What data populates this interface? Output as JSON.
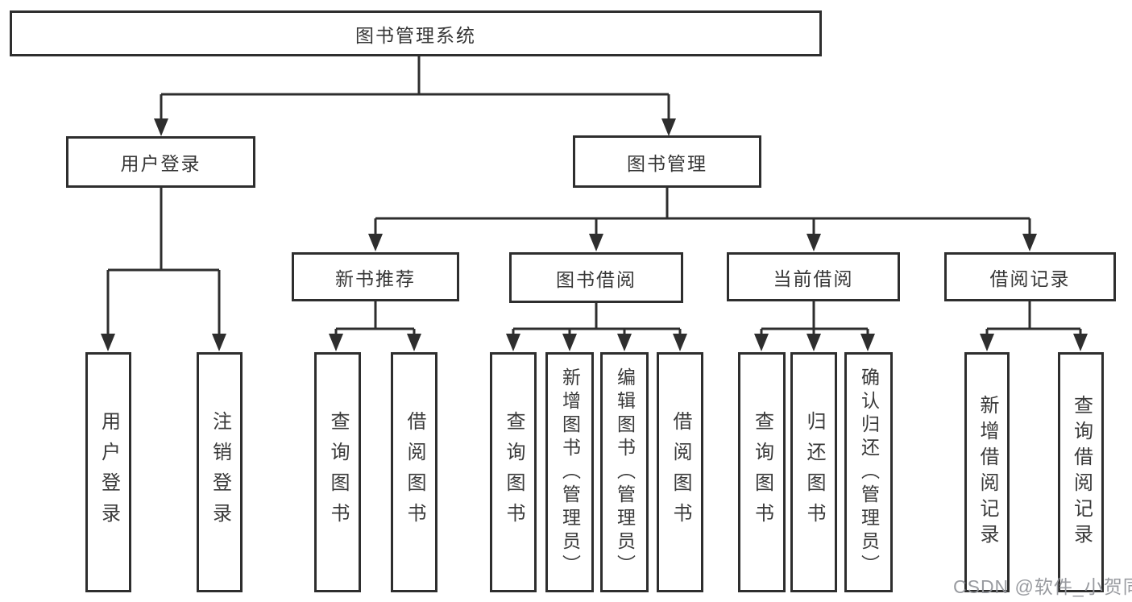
{
  "diagram": {
    "title": "图书管理系统",
    "modules": [
      {
        "label": "用户登录",
        "children": [
          "用户登录",
          "注销登录"
        ]
      },
      {
        "label": "图书管理",
        "submodules": [
          {
            "label": "新书推荐",
            "children": [
              "查询图书",
              "借阅图书"
            ]
          },
          {
            "label": "图书借阅",
            "children": [
              "查询图书",
              "新增图书（管理员）",
              "编辑图书（管理员）",
              "借阅图书"
            ]
          },
          {
            "label": "当前借阅",
            "children": [
              "查询图书",
              "归还图书",
              "确认归还（管理员）"
            ]
          },
          {
            "label": "借阅记录",
            "children": [
              "新增借阅记录",
              "查询借阅记录"
            ]
          }
        ]
      }
    ]
  },
  "watermark": {
    "text": "CSDN @软件_小贺同学"
  },
  "colors": {
    "line": "#2e2e2e",
    "text": "#3a3a3a",
    "watermark": "#94969b",
    "background": "#ffffff"
  }
}
